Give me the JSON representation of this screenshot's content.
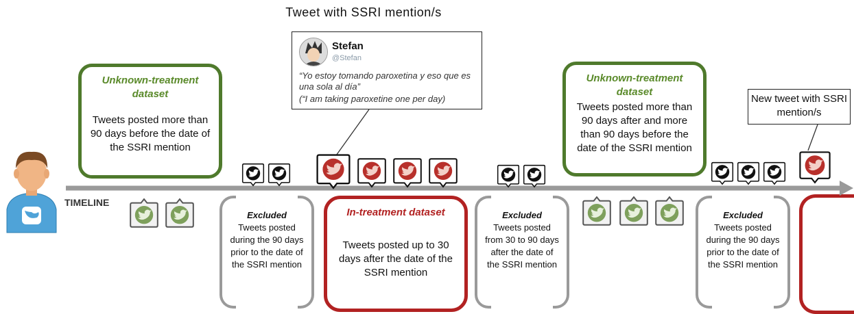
{
  "tweet_label": "Tweet with SSRI mention/s",
  "new_tweet_label": "New tweet with SSRI mention/s",
  "timeline_label": "TIMELINE",
  "tweet_card": {
    "user_name": "Stefan",
    "user_handle": "@Stefan",
    "text_spanish": "“Yo estoy tomando paroxetina y eso que es una sola al día”",
    "text_english": "(“I am taking paroxetine one per day)"
  },
  "unknown_before": {
    "title": "Unknown-treatment dataset",
    "body": "Tweets posted more than 90 days before the date of the SSRI mention"
  },
  "unknown_after": {
    "title": "Unknown-treatment dataset",
    "body": "Tweets posted more than 90 days after and more than 90 days before the date of the SSRI mention"
  },
  "in_treatment": {
    "title": "In-treatment dataset",
    "body": "Tweets posted up to 30 days after the date of the SSRI mention"
  },
  "excluded_1": {
    "title": "Excluded",
    "body": "Tweets posted during the 90 days prior to the date of the SSRI mention"
  },
  "excluded_2": {
    "title": "Excluded",
    "body": "Tweets posted from 30 to 90 days after the date of the SSRI mention"
  },
  "excluded_3": {
    "title": "Excluded",
    "body": "Tweets posted during the 90 days prior to the date of the SSRI mention"
  },
  "colors": {
    "green_border": "#4f7a2c",
    "green_text": "#5a8a2a",
    "red": "#b22222",
    "gray": "#9a9a9a",
    "tweet_green_icon": "#7ea05c",
    "tweet_red_icon": "#b8302b"
  },
  "icons": {
    "user_avatar": "user-with-twitter-shirt-icon",
    "tweet_bubble": "twitter-bird-bubble-icon"
  }
}
